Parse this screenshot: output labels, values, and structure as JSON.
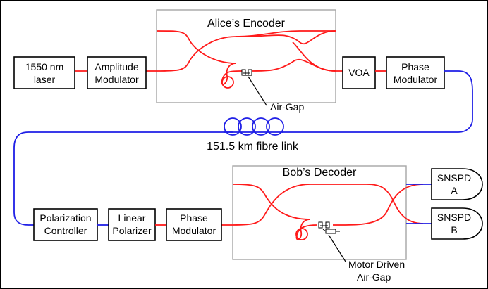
{
  "encoder": {
    "title": "Alice’s Encoder"
  },
  "decoder": {
    "title": "Bob’s Decoder"
  },
  "laser": {
    "line1": "1550 nm",
    "line2": "laser"
  },
  "amplitude_modulator": {
    "line1": "Amplitude",
    "line2": "Modulator"
  },
  "voa": {
    "label": "VOA"
  },
  "phase_modulator_alice": {
    "line1": "Phase",
    "line2": "Modulator"
  },
  "fibre_link": {
    "label": "151.5 km fibre link"
  },
  "air_gap": {
    "label": "Air-Gap"
  },
  "motor_air_gap": {
    "line1": "Motor Driven",
    "line2": "Air-Gap"
  },
  "polarization_controller": {
    "line1": "Polarization",
    "line2": "Controller"
  },
  "linear_polarizer": {
    "line1": "Linear",
    "line2": "Polarizer"
  },
  "phase_modulator_bob": {
    "line1": "Phase",
    "line2": "Modulator"
  },
  "snspd_a": {
    "line1": "SNSPD",
    "line2": "A"
  },
  "snspd_b": {
    "line1": "SNSPD",
    "line2": "B"
  },
  "colors": {
    "fibre_red": "#ff1a1a",
    "fibre_blue": "#1f1fe6",
    "panel_border": "#a6a6a6"
  }
}
